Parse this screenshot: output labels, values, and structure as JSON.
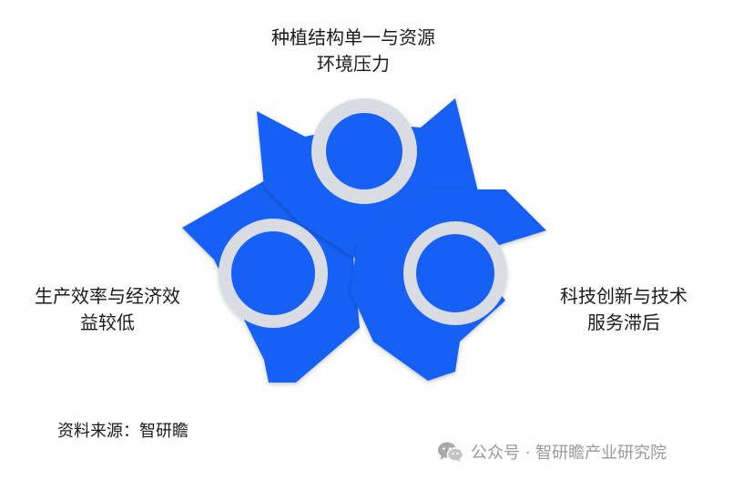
{
  "colors": {
    "petal": "#1760f5",
    "petal_dark": "#0d4fd6",
    "ring": "#d9dde3",
    "text": "#1a1a1a",
    "watermark": "#9a9a9a"
  },
  "labels": {
    "top": [
      "种植结构单一与资源",
      "环境压力"
    ],
    "left": [
      "生产效率与经济效",
      "益较低"
    ],
    "right": [
      "科技创新与技术",
      "服务滞后"
    ]
  },
  "source": "资料来源：智研瞻",
  "watermark": {
    "icon": "wechat-icon",
    "text": "公众号 · 智研瞻产业研究院"
  }
}
